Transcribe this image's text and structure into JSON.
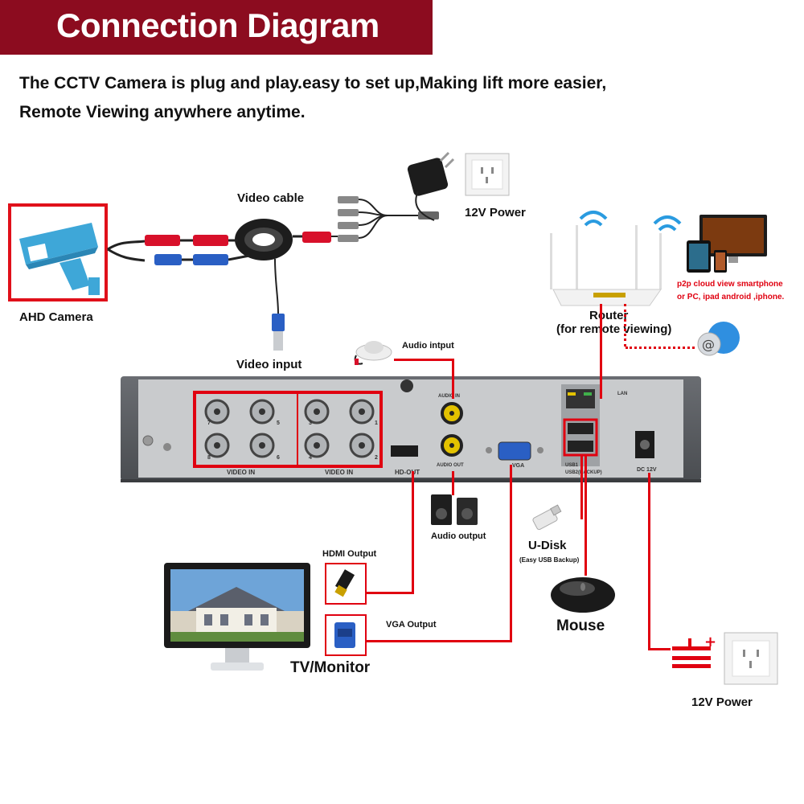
{
  "header": {
    "title": "Connection Diagram"
  },
  "intro": {
    "line1": "The CCTV Camera is plug and play.easy to set up,Making lift more easier,",
    "line2": "Remote Viewing anywhere anytime."
  },
  "labels": {
    "ahd_camera": "AHD Camera",
    "video_cable": "Video cable",
    "video_input": "Video input",
    "power_top": "12V Power",
    "router": "Router",
    "router_sub": "(for remote viewing)",
    "cloud_line1": "p2p cloud  view smartphone",
    "cloud_line2": "or PC, ipad android ,iphone.",
    "audio_input": "Audio intput",
    "audio_output": "Audio output",
    "hdmi_output": "HDMI Output",
    "vga_output": "VGA Output",
    "tv_monitor": "TV/Monitor",
    "udisk": "U-Disk",
    "udisk_sub": "(Easy USB Backup)",
    "mouse": "Mouse",
    "power_bottom": "12V Power"
  },
  "dvr_panel": {
    "bnc_numbers": [
      "7",
      "5",
      "3",
      "1",
      "8",
      "6",
      "4",
      "2"
    ],
    "video_in_label": "VIDEO IN",
    "hd_out": "HD-OUT",
    "audio_in": "AUDIO IN",
    "audio_out": "AUDIO OUT",
    "vga": "VGA",
    "lan": "LAN",
    "usb": "USB1",
    "usb_backup": "USB2(BACKUP)",
    "dc": "DC 12V"
  },
  "colors": {
    "header_bg": "#8c0c1f",
    "wire": "#e00010",
    "camera_blue": "#3ea7d8",
    "dvr_body": "#5a5d61",
    "cloud_text": "#e00010"
  }
}
